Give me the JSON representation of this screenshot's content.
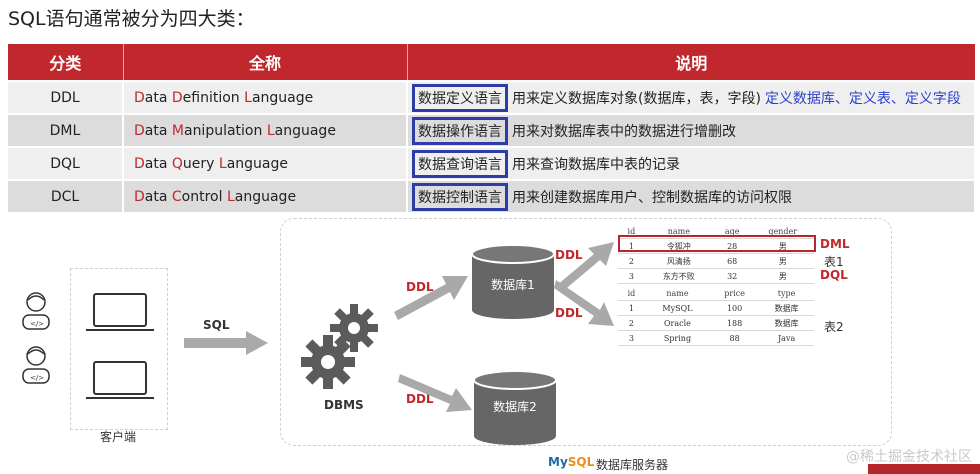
{
  "title": "SQL语句通常被分为四大类：",
  "table": {
    "headers": [
      "分类",
      "全称",
      "说明"
    ],
    "rows": [
      {
        "code": "DDL",
        "full": [
          {
            "t": "D",
            "r": true
          },
          {
            "t": "ata ",
            "r": false
          },
          {
            "t": "D",
            "r": true
          },
          {
            "t": "efinition ",
            "r": false
          },
          {
            "t": "L",
            "r": true
          },
          {
            "t": "anguage",
            "r": false
          }
        ],
        "boxed": "数据定义语言",
        "desc": "用来定义数据库对象(数据库，表，字段)",
        "extra": "定义数据库、定义表、定义字段"
      },
      {
        "code": "DML",
        "full": [
          {
            "t": "D",
            "r": true
          },
          {
            "t": "ata ",
            "r": false
          },
          {
            "t": "M",
            "r": true
          },
          {
            "t": "anipulation ",
            "r": false
          },
          {
            "t": "L",
            "r": true
          },
          {
            "t": "anguage",
            "r": false
          }
        ],
        "boxed": "数据操作语言",
        "desc": "用来对数据库表中的数据进行增删改",
        "extra": ""
      },
      {
        "code": "DQL",
        "full": [
          {
            "t": "D",
            "r": true
          },
          {
            "t": "ata ",
            "r": false
          },
          {
            "t": "Q",
            "r": true
          },
          {
            "t": "uery ",
            "r": false
          },
          {
            "t": "L",
            "r": true
          },
          {
            "t": "anguage",
            "r": false
          }
        ],
        "boxed": "数据查询语言",
        "desc": "用来查询数据库中表的记录",
        "extra": ""
      },
      {
        "code": "DCL",
        "full": [
          {
            "t": "D",
            "r": true
          },
          {
            "t": "ata ",
            "r": false
          },
          {
            "t": "C",
            "r": true
          },
          {
            "t": "ontrol ",
            "r": false
          },
          {
            "t": "L",
            "r": true
          },
          {
            "t": "anguage",
            "r": false
          }
        ],
        "boxed": "数据控制语言",
        "desc": "用来创建数据库用户、控制数据库的访问权限",
        "extra": ""
      }
    ]
  },
  "diagram": {
    "client_label": "客户端",
    "sql_label": "SQL",
    "dbms_label": "DBMS",
    "ddl_label": "DDL",
    "db1": "数据库1",
    "db2": "数据库2",
    "dml_label": "DML",
    "dql_label": "DQL",
    "table1_label": "表1",
    "table2_label": "表2",
    "server_label": "数据库服务器",
    "mysql_logo": [
      "My",
      "SQL"
    ],
    "table1": {
      "headers": [
        "id",
        "name",
        "age",
        "gender"
      ],
      "rows": [
        [
          "1",
          "令狐冲",
          "28",
          "男"
        ],
        [
          "2",
          "风清扬",
          "68",
          "男"
        ],
        [
          "3",
          "东方不败",
          "32",
          "男"
        ]
      ]
    },
    "table2": {
      "headers": [
        "id",
        "name",
        "price",
        "type"
      ],
      "rows": [
        [
          "1",
          "MySQL",
          "100",
          "数据库"
        ],
        [
          "2",
          "Oracle",
          "188",
          "数据库"
        ],
        [
          "3",
          "Spring",
          "88",
          "Java"
        ]
      ]
    }
  },
  "watermark": "@稀土掘金技术社区"
}
